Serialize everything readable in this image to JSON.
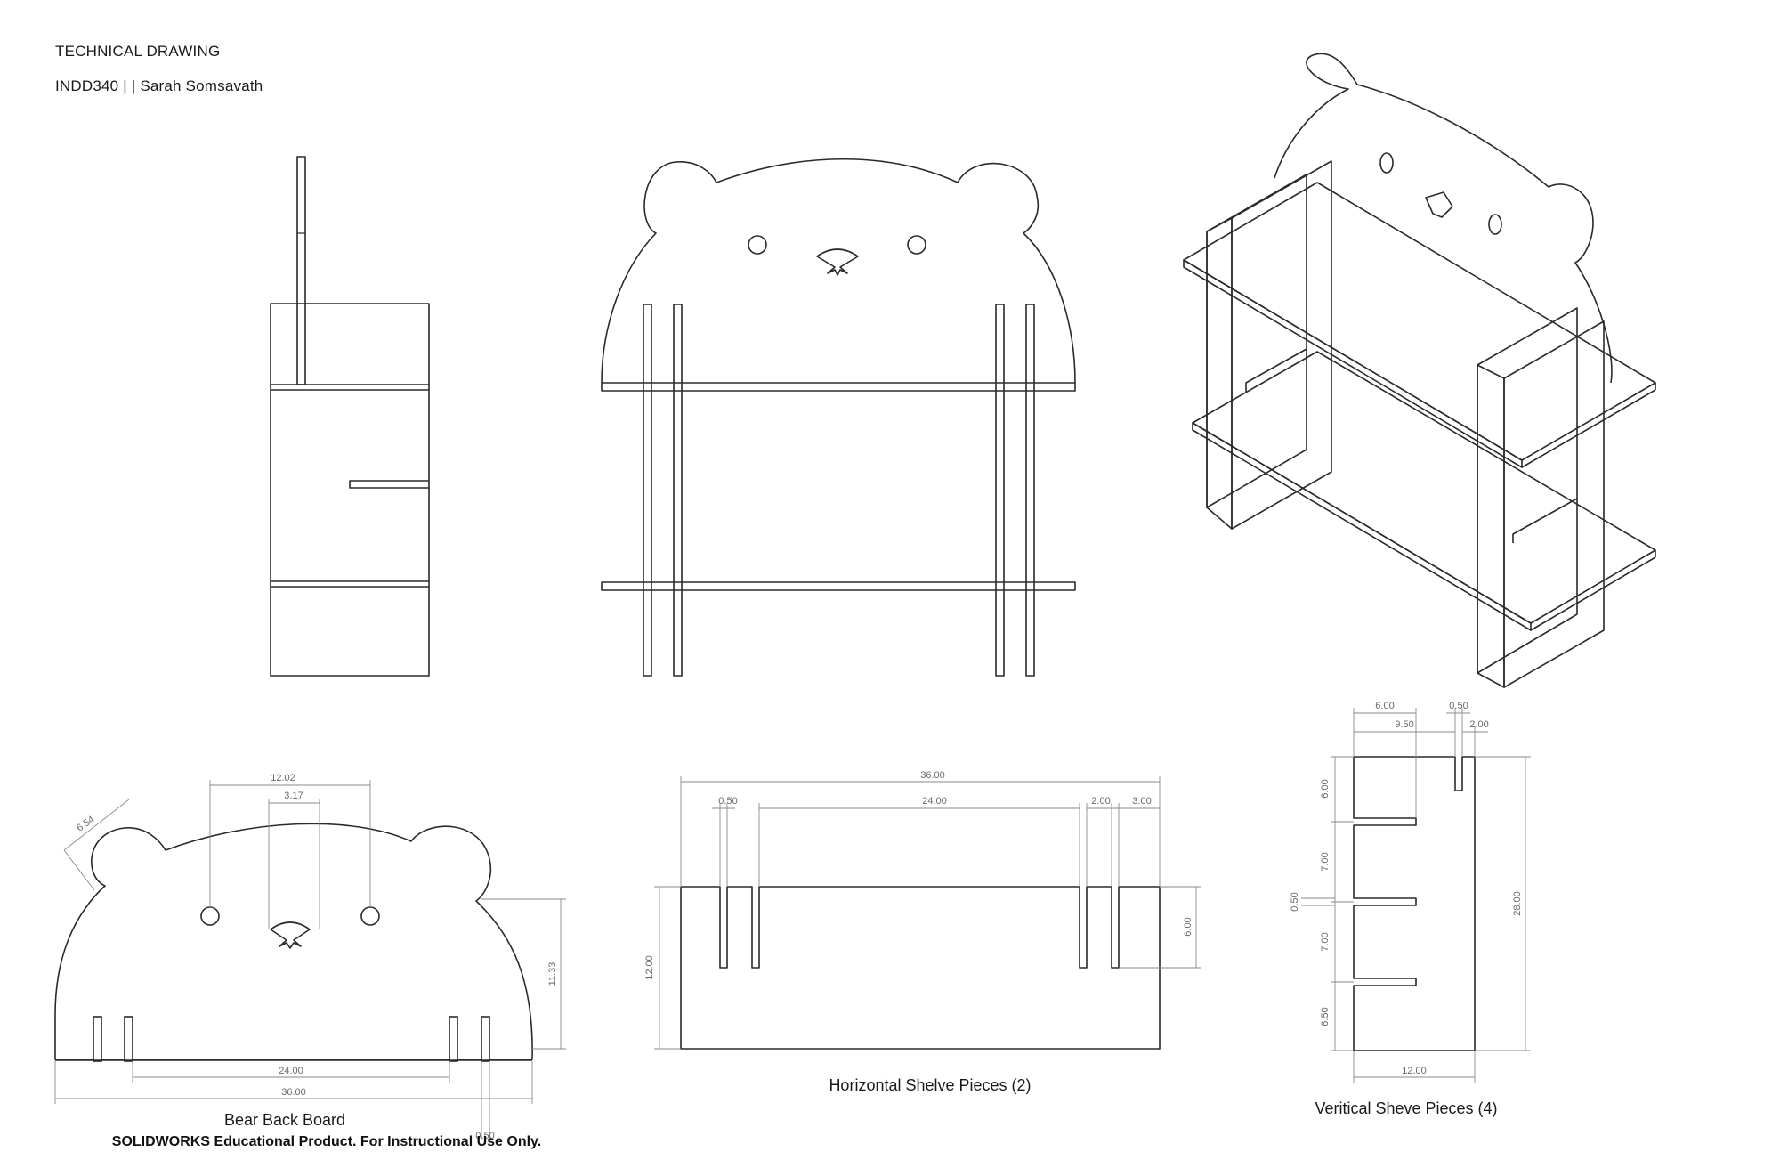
{
  "header": {
    "title": "TECHNICAL DRAWING",
    "subtitle": "INDD340 | | Sarah Somsavath"
  },
  "captions": {
    "back_board": "Bear Back Board",
    "horizontal": "Horizontal Shelve Pieces (2)",
    "vertical": "Veritical Sheve Pieces (4)"
  },
  "watermark": "SOLIDWORKS Educational Product. For Instructional Use Only.",
  "dims": {
    "back_board": {
      "ear_radius": "6.54",
      "eye_span": "12.02",
      "nose_width": "3.17",
      "height": "11.33",
      "slot_span": "24.00",
      "total_width": "36.00",
      "slot_width": "0.50"
    },
    "horizontal": {
      "total_width": "36.00",
      "slot_width": "0.50",
      "slot_span": "24.00",
      "gap": "2.00",
      "edge": "3.00",
      "height": "12.00",
      "slot_depth": "6.00"
    },
    "vertical": {
      "top_a": "6.00",
      "top_b": "0.50",
      "top_c": "9.50",
      "top_d": "2.00",
      "seg1": "6.00",
      "seg2": "7.00",
      "slot_gap": "0.50",
      "seg3": "7.00",
      "seg4": "6.50",
      "height": "28.00",
      "width": "12.00"
    }
  }
}
